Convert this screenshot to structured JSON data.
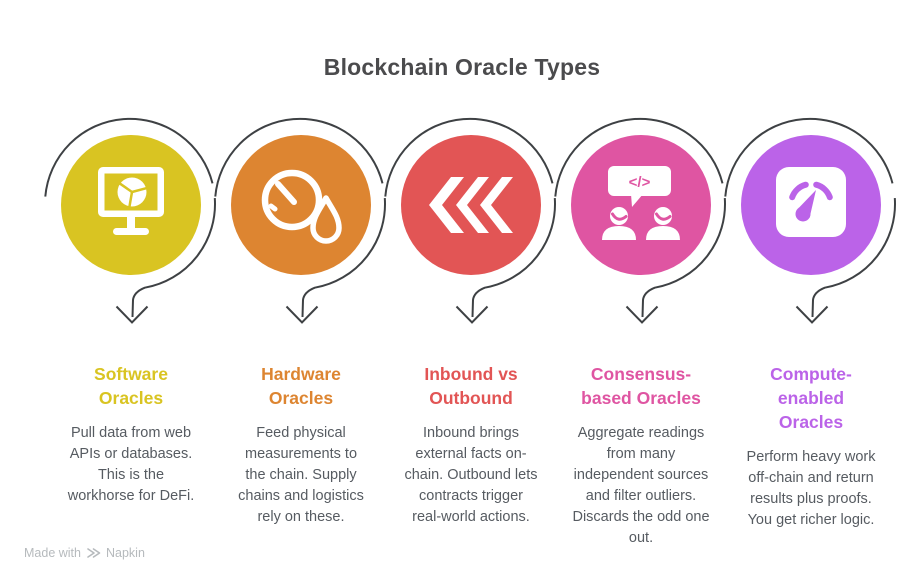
{
  "title": "Blockchain Oracle Types",
  "items": [
    {
      "id": "software-oracles",
      "title": "Software\nOracles",
      "description": "Pull data from web\nAPIs or databases.\nThis is the\nworkhorse for DeFi.",
      "color": "#d9c422",
      "icon": "monitor-pie-chart"
    },
    {
      "id": "hardware-oracles",
      "title": "Hardware\nOracles",
      "description": "Feed physical\nmeasurements to\nthe chain. Supply\nchains and logistics\nrely on these.",
      "color": "#dd8531",
      "icon": "gauge-droplet"
    },
    {
      "id": "inbound-vs-outbound",
      "title": "Inbound vs\nOutbound",
      "description": "Inbound brings\nexternal facts on-\nchain. Outbound lets\ncontracts trigger\nreal-world actions.",
      "color": "#e25555",
      "icon": "triple-chevron-left"
    },
    {
      "id": "consensus-based-oracles",
      "title": "Consensus-\nbased Oracles",
      "description": "Aggregate readings\nfrom many\nindependent sources\nand filter outliers.\nDiscards the odd one\nout.",
      "color": "#df55a2",
      "icon": "people-code-chat",
      "code_symbol": "</>"
    },
    {
      "id": "compute-enabled-oracles",
      "title": "Compute-\nenabled\nOracles",
      "description": "Perform heavy work\noff-chain and return\nresults plus proofs.\nYou get richer logic.",
      "color": "#bb63e8",
      "icon": "speedometer"
    }
  ],
  "footer": {
    "made_with": "Made with",
    "brand": "Napkin"
  },
  "colors": {
    "connector": "#3e4144",
    "title_text": "#4b4b4d",
    "body_text": "#565b61",
    "watermark": "#b6babd",
    "background": "#ffffff"
  }
}
